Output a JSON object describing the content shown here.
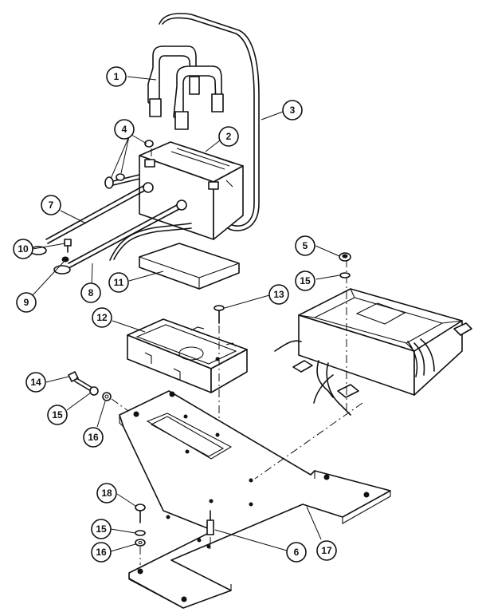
{
  "callouts": [
    {
      "id": "c1",
      "label": "1"
    },
    {
      "id": "c2",
      "label": "2"
    },
    {
      "id": "c3",
      "label": "3"
    },
    {
      "id": "c4",
      "label": "4"
    },
    {
      "id": "c5",
      "label": "5"
    },
    {
      "id": "c6",
      "label": "6"
    },
    {
      "id": "c7",
      "label": "7"
    },
    {
      "id": "c8",
      "label": "8"
    },
    {
      "id": "c9",
      "label": "9"
    },
    {
      "id": "c10",
      "label": "10"
    },
    {
      "id": "c11",
      "label": "11"
    },
    {
      "id": "c12",
      "label": "12"
    },
    {
      "id": "c13",
      "label": "13"
    },
    {
      "id": "c14",
      "label": "14"
    },
    {
      "id": "c15a",
      "label": "15"
    },
    {
      "id": "c15b",
      "label": "15"
    },
    {
      "id": "c15c",
      "label": "15"
    },
    {
      "id": "c16a",
      "label": "16"
    },
    {
      "id": "c16b",
      "label": "16"
    },
    {
      "id": "c17",
      "label": "17"
    },
    {
      "id": "c18",
      "label": "18"
    }
  ]
}
